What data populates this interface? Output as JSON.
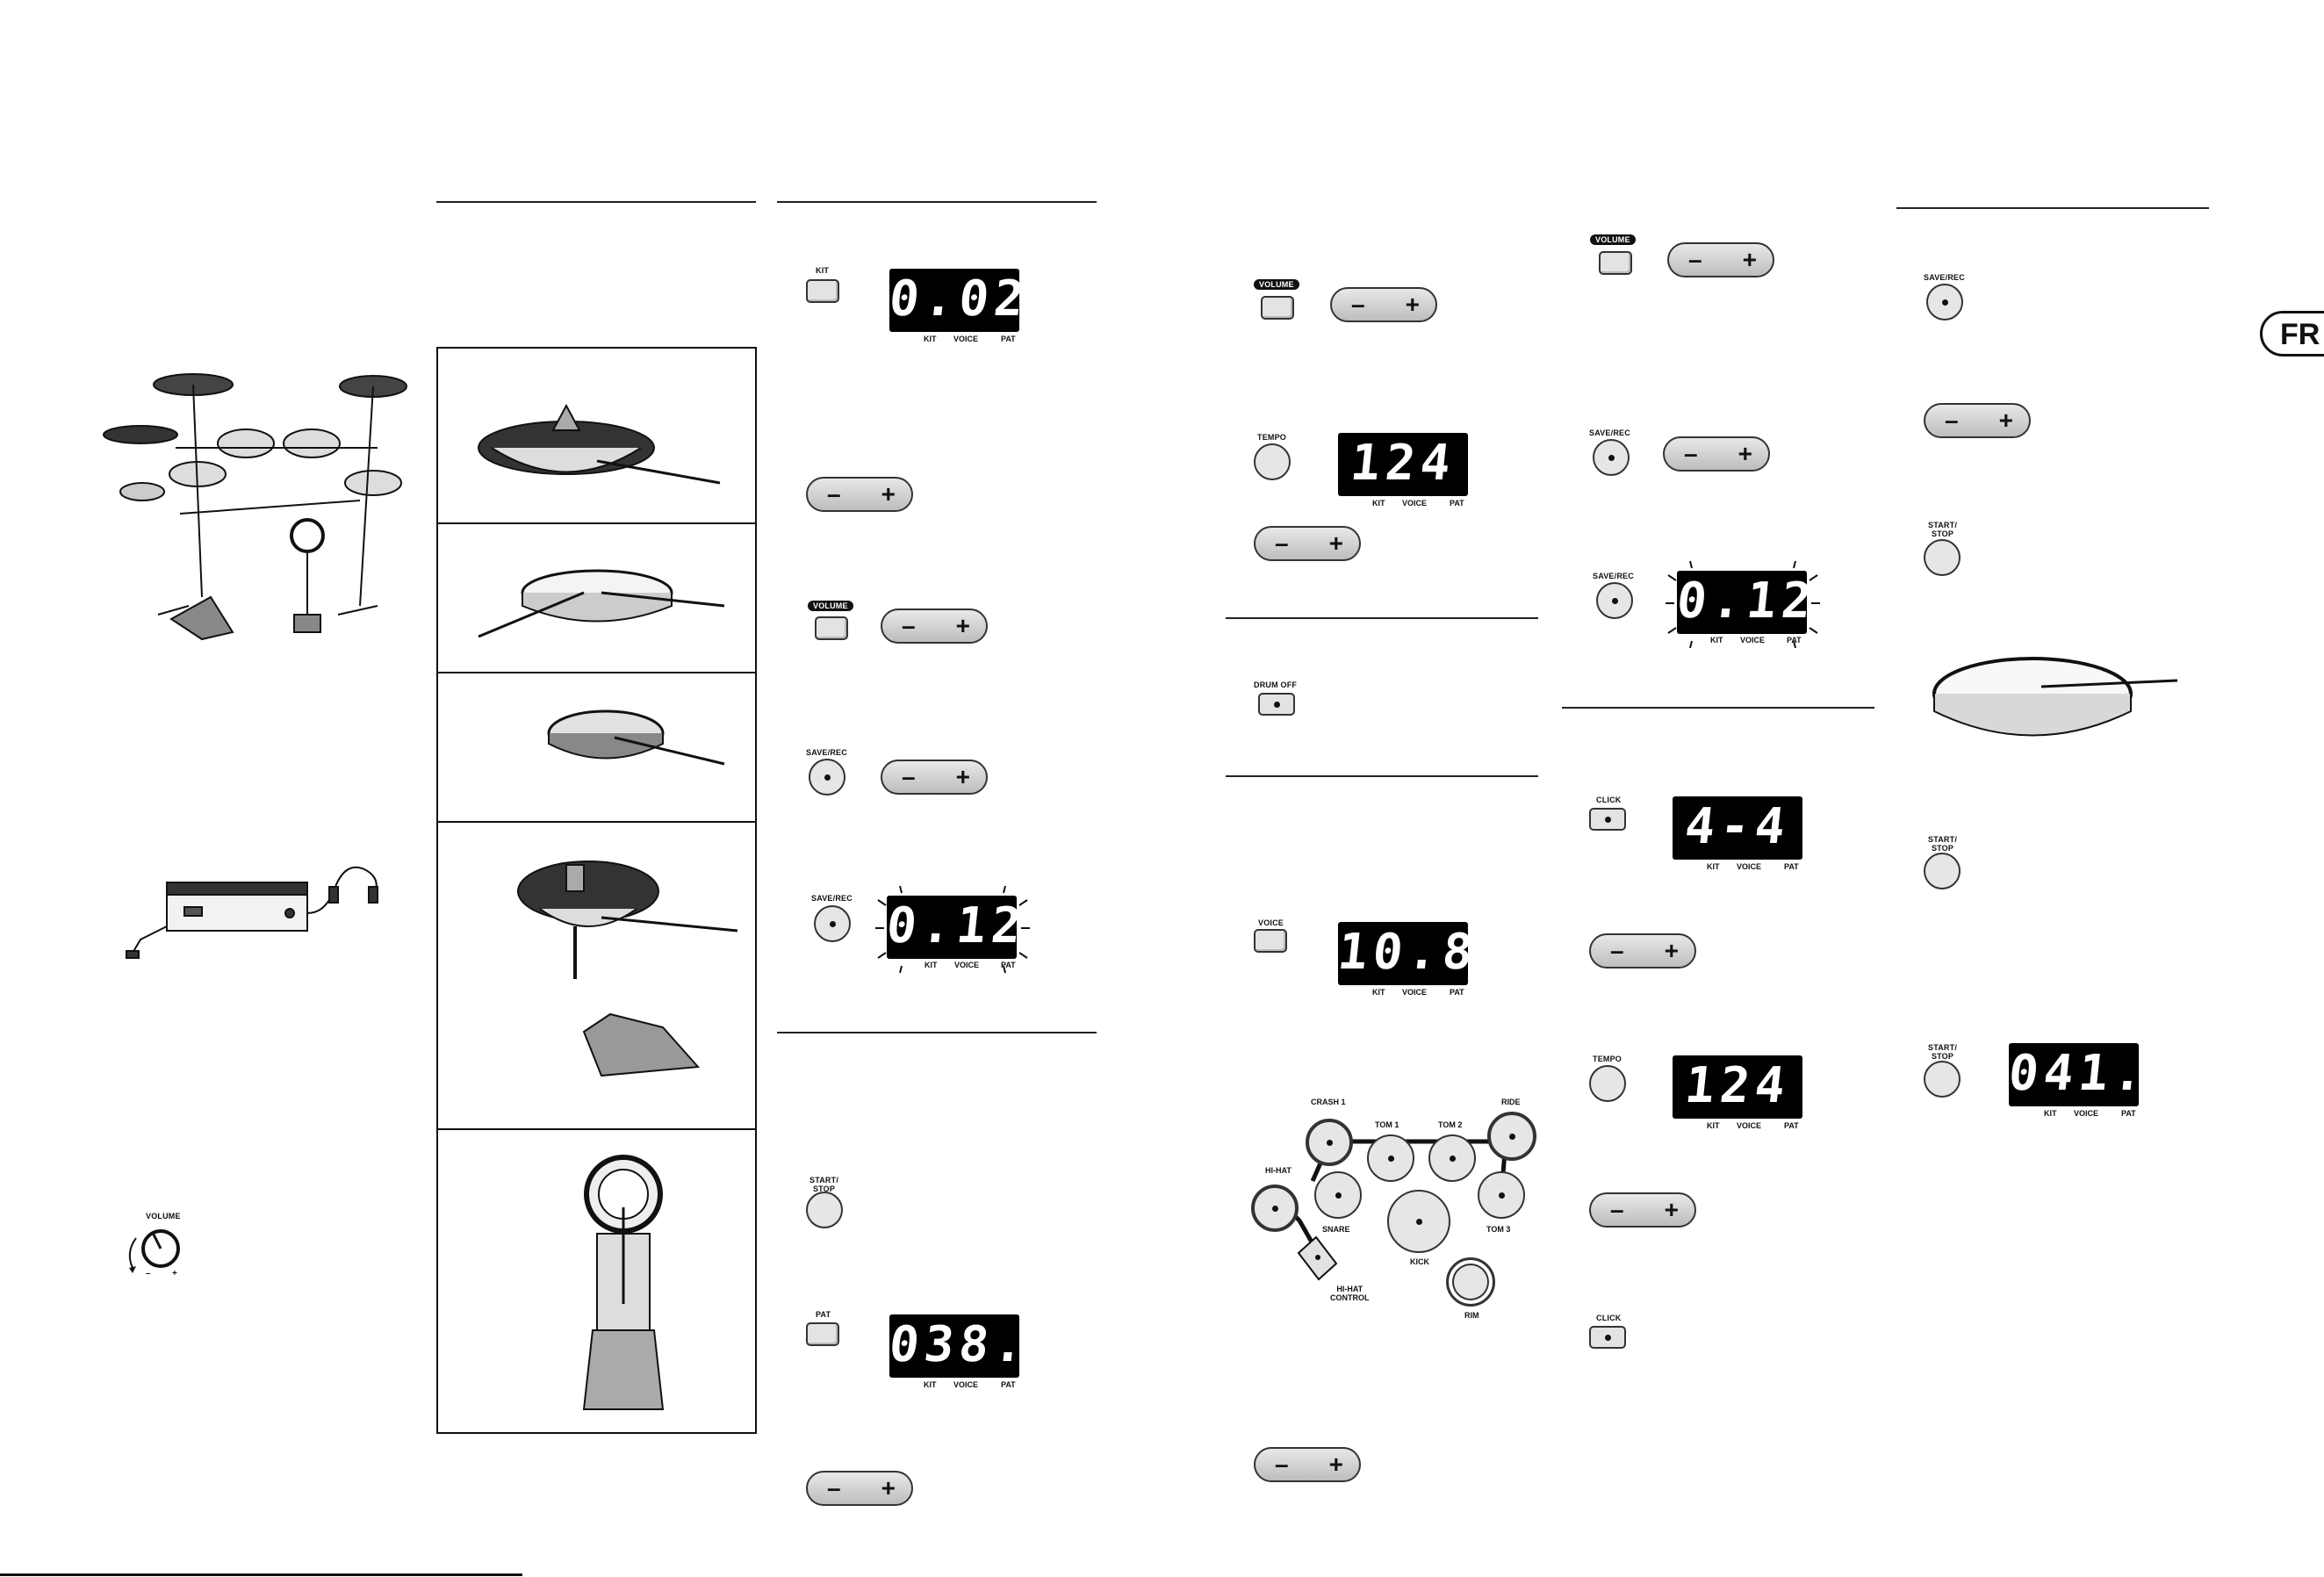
{
  "language_tab": "FR",
  "col2_frames": {
    "count": 5
  },
  "col3": {
    "kit": {
      "label": "KIT",
      "display": "0.02"
    },
    "volume1": {
      "label": "VOLUME"
    },
    "saverec1": {
      "label": "SAVE/REC"
    },
    "saverec2": {
      "label": "SAVE/REC",
      "display": "0.12"
    },
    "startstop": {
      "label": "START/\nSTOP"
    },
    "pat": {
      "label": "PAT",
      "display": "038."
    }
  },
  "col4": {
    "volume": {
      "label": "VOLUME"
    },
    "tempo": {
      "label": "TEMPO",
      "display": "124"
    },
    "drumoff": {
      "label": "DRUM OFF"
    },
    "voice": {
      "label": "VOICE",
      "display": "10.8"
    },
    "pads": {
      "crash1": "CRASH 1",
      "tom1": "TOM 1",
      "tom2": "TOM 2",
      "ride": "RIDE",
      "hihat": "HI-HAT",
      "snare": "SNARE",
      "tom3": "TOM 3",
      "kick": "KICK",
      "hihat_control": "HI-HAT\nCONTROL",
      "rim": "RIM"
    }
  },
  "col5": {
    "volume": {
      "label": "VOLUME"
    },
    "saverec1": {
      "label": "SAVE/REC"
    },
    "saverec2": {
      "label": "SAVE/REC",
      "display": "0.12"
    },
    "click1": {
      "label": "CLICK",
      "display": "4-4"
    },
    "tempo": {
      "label": "TEMPO",
      "display": "124"
    },
    "click2": {
      "label": "CLICK"
    }
  },
  "col6": {
    "saverec": {
      "label": "SAVE/REC"
    },
    "startstop1": {
      "label": "START/\nSTOP"
    },
    "startstop2": {
      "label": "START/\nSTOP"
    },
    "startstop3": {
      "label": "START/\nSTOP",
      "display": "041."
    }
  },
  "lcd_columns": {
    "kit": "KIT",
    "voice": "VOICE",
    "pat": "PAT"
  },
  "volume_knob": {
    "label": "VOLUME",
    "minus": "–",
    "plus": "+"
  },
  "plusminus": {
    "minus": "–",
    "plus": "+"
  }
}
